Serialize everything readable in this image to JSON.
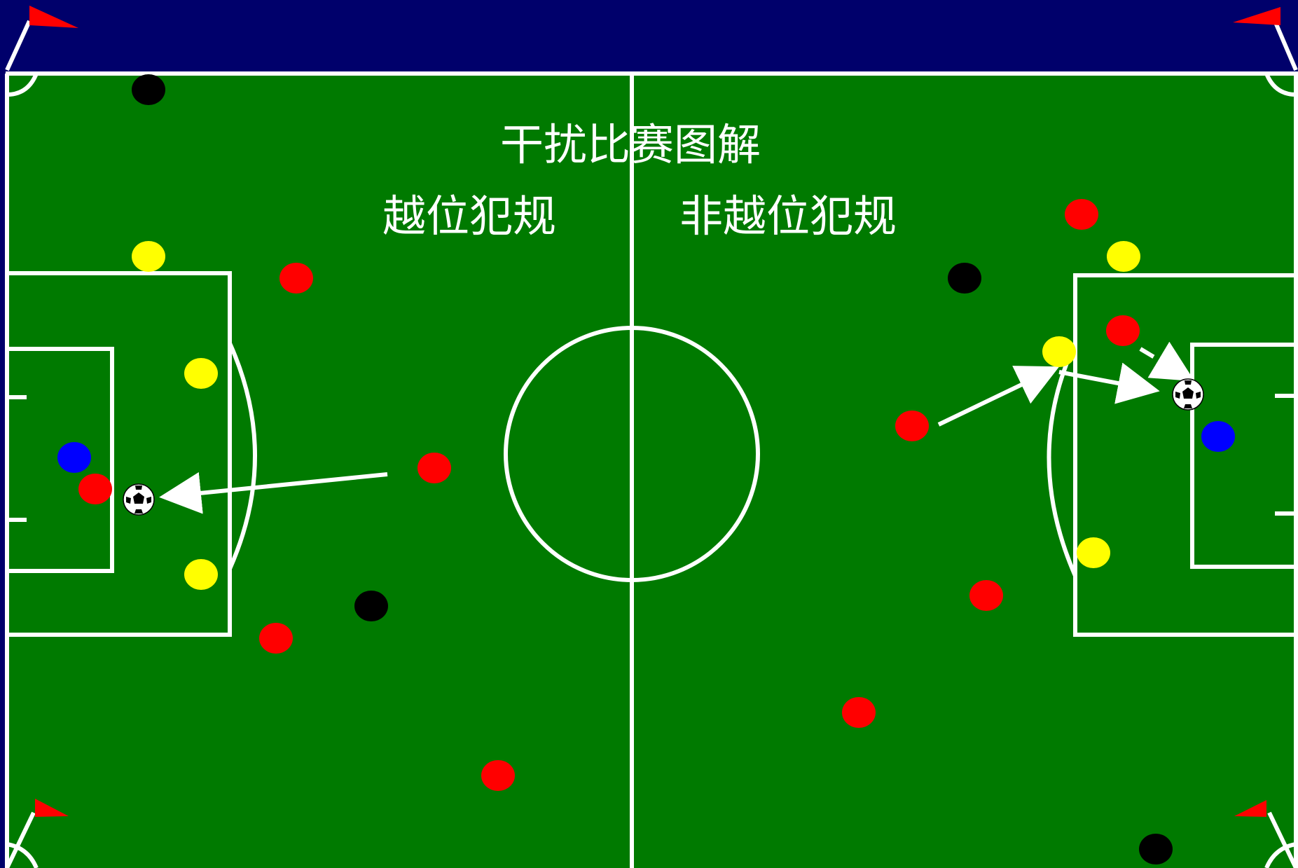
{
  "title": "干扰比赛图解",
  "labels": {
    "left_section": "越位犯规",
    "right_section": "非越位犯规"
  },
  "colors": {
    "background": "#00006B",
    "pitch": "#007A00",
    "lines": "#FFFFFF",
    "flag": "#FF0000",
    "team_red": "#FF0000",
    "team_yellow": "#FFFF00",
    "referee_black": "#000000",
    "goalkeeper_blue": "#0000FF"
  },
  "players": {
    "red": [
      {
        "id": "red-1"
      },
      {
        "id": "red-2"
      },
      {
        "id": "red-3"
      },
      {
        "id": "red-4"
      },
      {
        "id": "red-5"
      },
      {
        "id": "red-6"
      },
      {
        "id": "red-7"
      },
      {
        "id": "red-8"
      },
      {
        "id": "red-9"
      },
      {
        "id": "red-10"
      },
      {
        "id": "red-11"
      }
    ],
    "yellow": [
      {
        "id": "yellow-1"
      },
      {
        "id": "yellow-2"
      },
      {
        "id": "yellow-3"
      },
      {
        "id": "yellow-4"
      },
      {
        "id": "yellow-5"
      },
      {
        "id": "yellow-6"
      }
    ],
    "black": [
      {
        "id": "black-1"
      },
      {
        "id": "black-2"
      },
      {
        "id": "black-3"
      },
      {
        "id": "black-4"
      }
    ],
    "blue": [
      {
        "id": "blue-1"
      },
      {
        "id": "blue-2"
      }
    ]
  },
  "icons": {
    "ball": "soccer-ball-icon",
    "flag": "corner-flag-icon"
  }
}
